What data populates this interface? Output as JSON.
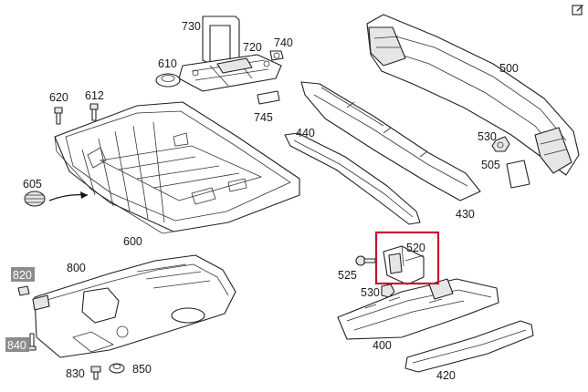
{
  "parts": {
    "p730": "730",
    "p720": "720",
    "p740": "740",
    "p610": "610",
    "p620": "620",
    "p612": "612",
    "p745": "745",
    "p605": "605",
    "p600": "600",
    "p500": "500",
    "p440": "440",
    "p530a": "530",
    "p505": "505",
    "p430": "430",
    "p520": "520",
    "p525": "525",
    "p530b": "530",
    "p400": "400",
    "p420": "420",
    "p800": "800",
    "p820": "820",
    "p840": "840",
    "p830": "830",
    "p850": "850"
  },
  "highlighted_parts": [
    "820",
    "840"
  ],
  "selected_part": "520",
  "colors": {
    "selection_frame": "#c8102e",
    "highlight_fill": "#8c8c8c"
  },
  "icons": {
    "corner": "edit-icon"
  }
}
